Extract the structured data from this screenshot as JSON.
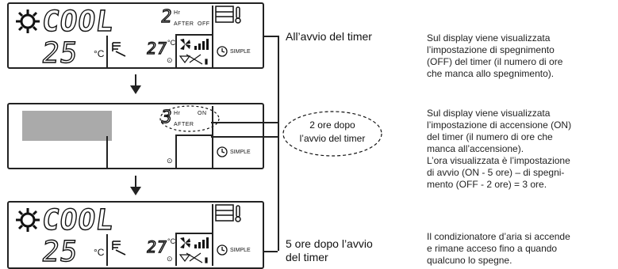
{
  "panel1": {
    "mode": "COOL",
    "set_temp": "25",
    "temp_unit": "°C",
    "room_temp": "27",
    "room_temp_unit": "°C",
    "timer_hours": "2",
    "timer_hr": "Hr",
    "timer_after": "AFTER",
    "timer_state": "OFF",
    "simple": "SIMPLE"
  },
  "panel2": {
    "timer_hours": "3",
    "timer_hr": "Hr",
    "timer_after": "AFTER",
    "timer_state": "ON",
    "simple": "SIMPLE"
  },
  "panel3": {
    "mode": "COOL",
    "set_temp": "25",
    "temp_unit": "°C",
    "room_temp": "27",
    "room_temp_unit": "°C",
    "simple": "SIMPLE"
  },
  "labels": {
    "timer_start": "All’avvio del timer",
    "two_hours_line1": "2 ore dopo",
    "two_hours_line2": "l’avvio del timer",
    "five_hours_line1": "5 ore dopo l’avvio",
    "five_hours_line2": "del timer"
  },
  "descriptions": {
    "d1": [
      "Sul display viene visualizzata",
      "l’impostazione di spegnimento",
      "(OFF) del timer (il numero di ore",
      "che manca allo spegnimento)."
    ],
    "d2": [
      "Sul display viene visualizzata",
      "l’impostazione di accensione (ON)",
      "del timer (il numero di ore che",
      "manca all’accensione).",
      "L’ora visualizzata è l’impostazione",
      "di avvio (ON - 5 ore) – di spegni-",
      "mento (OFF - 2 ore) = 3 ore."
    ],
    "d3": [
      "Il condizionatore d’aria si accende",
      "e rimane acceso fino a quando",
      "qualcuno lo spegne."
    ]
  }
}
